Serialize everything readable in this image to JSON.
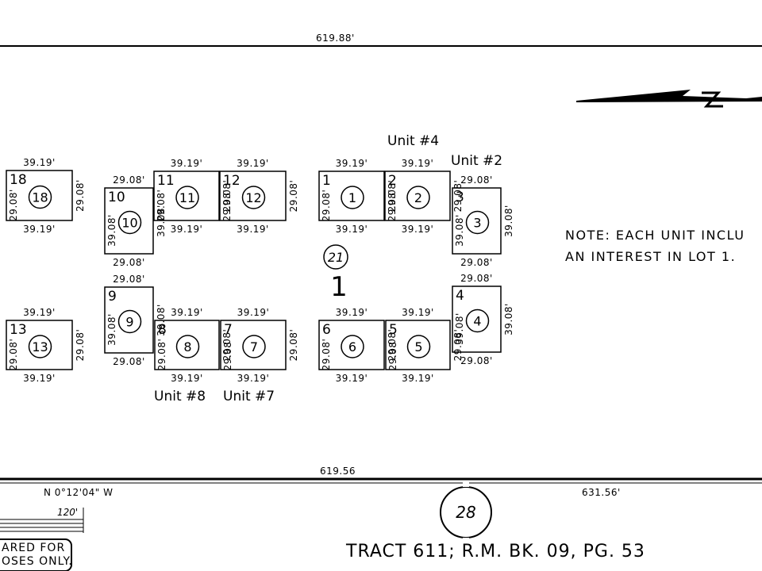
{
  "top_dimension": "619.88'",
  "bottom_dimension": "619.56",
  "bearing": "N 0°12'04\" W",
  "right_dimension": "631.56'",
  "scale_label": "120'",
  "stamp_lines": [
    "ARED FOR",
    "OSES ONLY."
  ],
  "note_lines": [
    "NOTE: EACH UNIT INCLU",
    "AN INTEREST IN LOT 1."
  ],
  "page_number": "28",
  "title": "TRACT 611;  R.M. BK. 09, PG. 53",
  "lot_number": "21",
  "lot_one_label": "1",
  "unit_labels": [
    "Unit #4",
    "Unit #2",
    "Unit #8",
    "Unit #7"
  ],
  "units": [
    {
      "id": "unit-18",
      "num": "18",
      "circle": "18",
      "top": "39.19'",
      "bottom": "39.19'",
      "left": "29.08'",
      "right": "29.08'"
    },
    {
      "id": "unit-10",
      "num": "10",
      "circle": "10",
      "top": "29.08'",
      "bottom": "29.08'",
      "left": "39.08'",
      "right": "39.08'"
    },
    {
      "id": "unit-11",
      "num": "11",
      "circle": "11",
      "top": "39.19'",
      "bottom": "39.19'",
      "left": "29.08'",
      "right": "29.08'"
    },
    {
      "id": "unit-12",
      "num": "12",
      "circle": "12",
      "top": "39.19'",
      "bottom": "39.19'",
      "left": "29.08'",
      "right": "29.08'"
    },
    {
      "id": "unit-1",
      "num": "1",
      "circle": "1",
      "top": "39.19'",
      "bottom": "39.19'",
      "left": "29.08'",
      "right": "29.08'"
    },
    {
      "id": "unit-2",
      "num": "2",
      "circle": "2",
      "top": "39.19'",
      "bottom": "39.19'",
      "left": "29.08'",
      "right": "29.08'"
    },
    {
      "id": "unit-3",
      "num": "3",
      "circle": "3",
      "top": "29.08'",
      "bottom": "29.08'",
      "left": "39.08'",
      "right": "39.08'"
    },
    {
      "id": "unit-13",
      "num": "13",
      "circle": "13",
      "top": "39.19'",
      "bottom": "39.19'",
      "left": "29.08'",
      "right": "29.08'"
    },
    {
      "id": "unit-9",
      "num": "9",
      "circle": "9",
      "top": "29.08'",
      "bottom": "29.08'",
      "left": "39.08'",
      "right": "39.08'"
    },
    {
      "id": "unit-8",
      "num": "8",
      "circle": "8",
      "top": "39.19'",
      "bottom": "39.19'",
      "left": "29.08'",
      "right": "29.08'"
    },
    {
      "id": "unit-7",
      "num": "7",
      "circle": "7",
      "top": "39.19'",
      "bottom": "39.19'",
      "left": "29.08'",
      "right": "29.08'"
    },
    {
      "id": "unit-6",
      "num": "6",
      "circle": "6",
      "top": "39.19'",
      "bottom": "39.19'",
      "left": "29.08'",
      "right": "29.08'"
    },
    {
      "id": "unit-5",
      "num": "5",
      "circle": "5",
      "top": "39.19'",
      "bottom": "39.19'",
      "left": "29.08'",
      "right": "29.08'"
    },
    {
      "id": "unit-4",
      "num": "4",
      "circle": "4",
      "top": "29.08'",
      "bottom": "29.08'",
      "left": "39.08'",
      "right": "39.08'"
    }
  ],
  "colors": {
    "ink": "#000000",
    "paper": "#ffffff"
  }
}
